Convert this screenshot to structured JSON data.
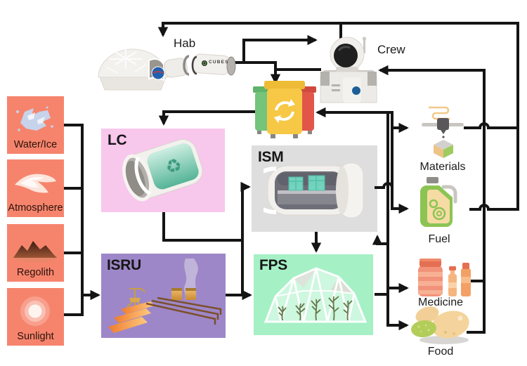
{
  "canvas": {
    "background": "#ffffff",
    "line_color": "#141414"
  },
  "hab": {
    "label": "Hab",
    "arm_logo": "CUBES"
  },
  "crew": {
    "label": "Crew"
  },
  "bins": {
    "colors": {
      "green": "#74c47c",
      "yellow": "#f6c845",
      "red": "#e2564a"
    }
  },
  "inputs": {
    "box_color": "#f6846d",
    "items": [
      {
        "id": "water-ice",
        "label": "Water/Ice"
      },
      {
        "id": "atmosphere",
        "label": "Atmosphere"
      },
      {
        "id": "regolith",
        "label": "Regolith"
      },
      {
        "id": "sunlight",
        "label": "Sunlight"
      }
    ]
  },
  "modules": {
    "lc": {
      "label": "LC",
      "color": "#f8c7ec"
    },
    "ism": {
      "label": "ISM",
      "color": "#dedede"
    },
    "isru": {
      "label": "ISRU",
      "color": "#9d87c8"
    },
    "fps": {
      "label": "FPS",
      "color": "#a5f0c5"
    }
  },
  "outputs": {
    "items": [
      {
        "id": "materials",
        "label": "Materials"
      },
      {
        "id": "fuel",
        "label": "Fuel"
      },
      {
        "id": "medicine",
        "label": "Medicine"
      },
      {
        "id": "food",
        "label": "Food"
      }
    ]
  },
  "icons": {
    "recycle": "♻"
  }
}
